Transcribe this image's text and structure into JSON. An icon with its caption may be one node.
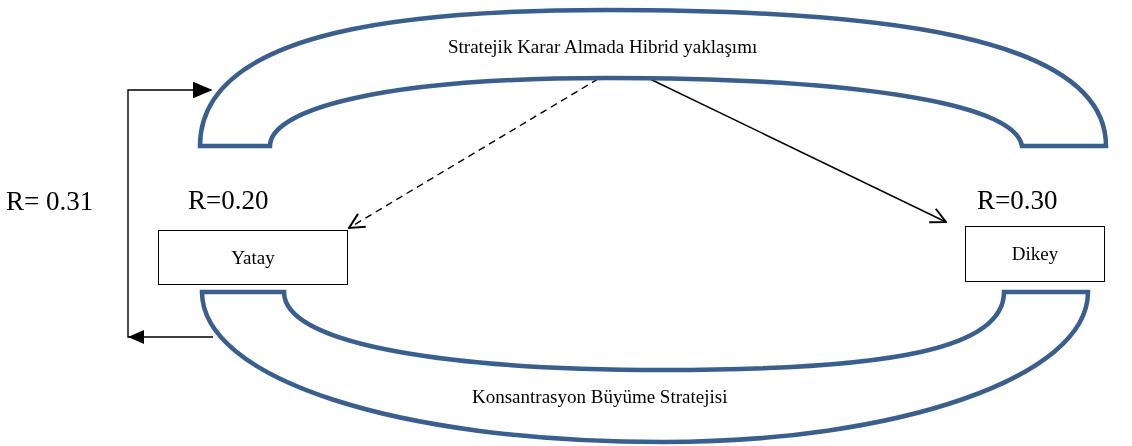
{
  "diagram": {
    "nodes": [
      {
        "text": [
          "Stratejik Karar Almada Hibrid yaklaşımı"
        ]
      },
      {
        "text": [
          "Yatay"
        ],
        "beside": [
          "R=0.20"
        ]
      },
      {
        "text": [
          "Dikey"
        ],
        "beside": [
          "R=0.30"
        ]
      },
      {
        "text": [
          "Konsantrasyon Büyüme Stratejisi"
        ]
      }
    ],
    "edges": [
      {
        "from": 0,
        "to": 1,
        "arrow": "to",
        "style": "dashed"
      },
      {
        "from": 0,
        "to": 2,
        "arrow": "to"
      },
      {
        "from": 3,
        "to": 0,
        "arrow": "to",
        "label": "R= 0.31"
      }
    ]
  }
}
